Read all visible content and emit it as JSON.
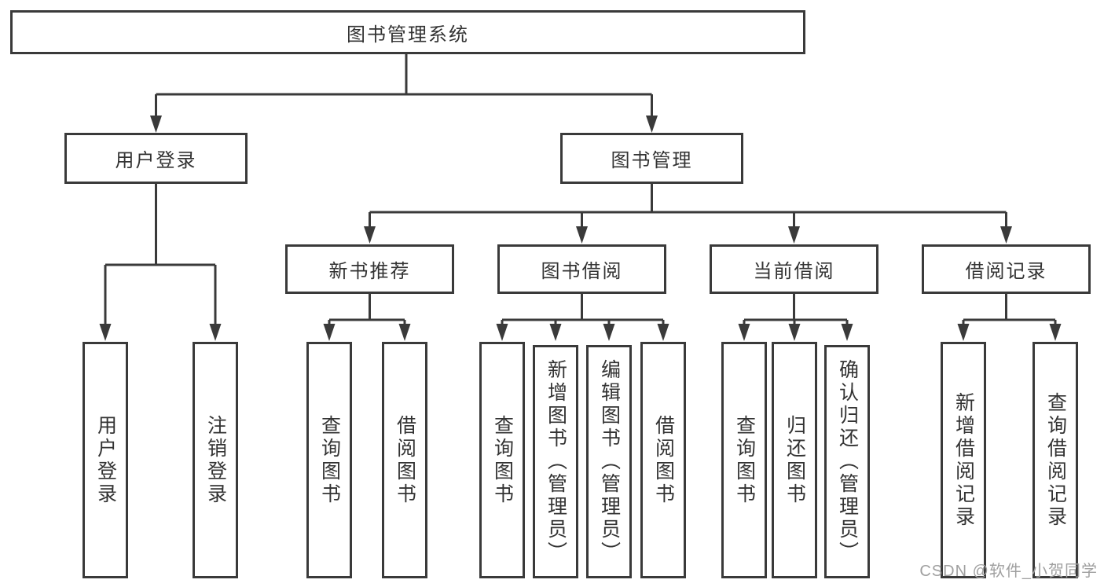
{
  "tree": {
    "root": {
      "label": "图书管理系统"
    },
    "branches": [
      {
        "label": "用户登录",
        "children": [
          {
            "label": "用户登录"
          },
          {
            "label": "注销登录"
          }
        ]
      },
      {
        "label": "图书管理",
        "children": [
          {
            "label": "新书推荐",
            "children": [
              {
                "label": "查询图书"
              },
              {
                "label": "借阅图书"
              }
            ]
          },
          {
            "label": "图书借阅",
            "children": [
              {
                "label": "查询图书"
              },
              {
                "label": "新增图书（管理员）"
              },
              {
                "label": "编辑图书（管理员）"
              },
              {
                "label": "借阅图书"
              }
            ]
          },
          {
            "label": "当前借阅",
            "children": [
              {
                "label": "查询图书"
              },
              {
                "label": "归还图书"
              },
              {
                "label": "确认归还（管理员）"
              }
            ]
          },
          {
            "label": "借阅记录",
            "children": [
              {
                "label": "新增借阅记录"
              },
              {
                "label": "查询借阅记录"
              }
            ]
          }
        ]
      }
    ]
  },
  "watermark": "CSDN @软件_小贺同学",
  "colors": {
    "line": "#3a3a3a",
    "text": "#333333",
    "watermark": "#a0a0a0",
    "background": "#ffffff"
  }
}
